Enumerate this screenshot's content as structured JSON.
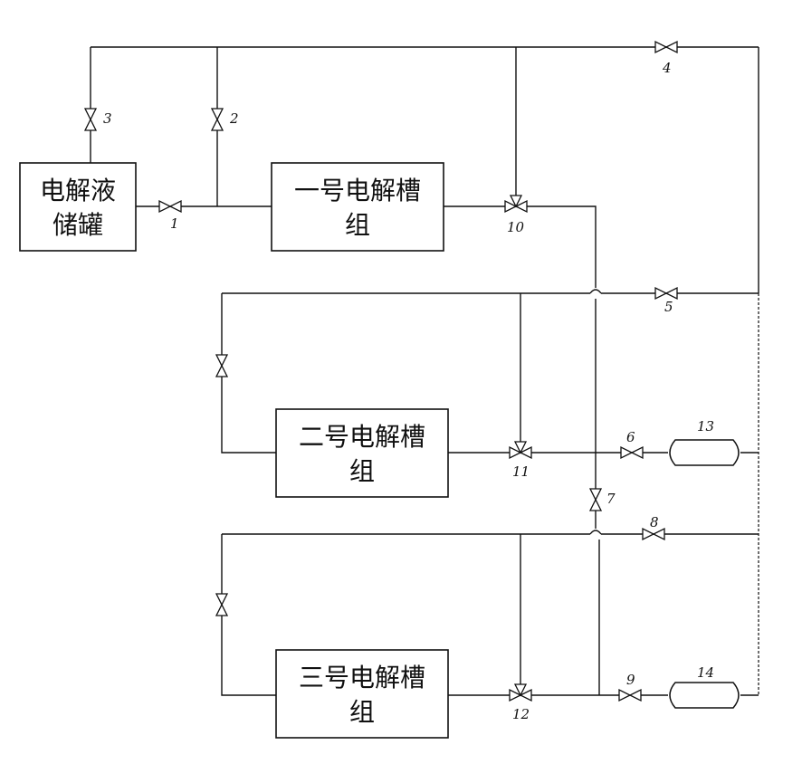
{
  "boxes": {
    "storage_tank": [
      "电解液",
      "储罐"
    ],
    "group1": [
      "一号电解槽",
      "组"
    ],
    "group2": [
      "二号电解槽",
      "组"
    ],
    "group3": [
      "三号电解槽",
      "组"
    ]
  },
  "labels": {
    "v1": "1",
    "v2": "2",
    "v3": "3",
    "v4": "4",
    "v5": "5",
    "v6": "6",
    "v7": "7",
    "v8": "8",
    "v9": "9",
    "v10": "10",
    "v11": "11",
    "v12": "12",
    "t13": "13",
    "t14": "14"
  }
}
